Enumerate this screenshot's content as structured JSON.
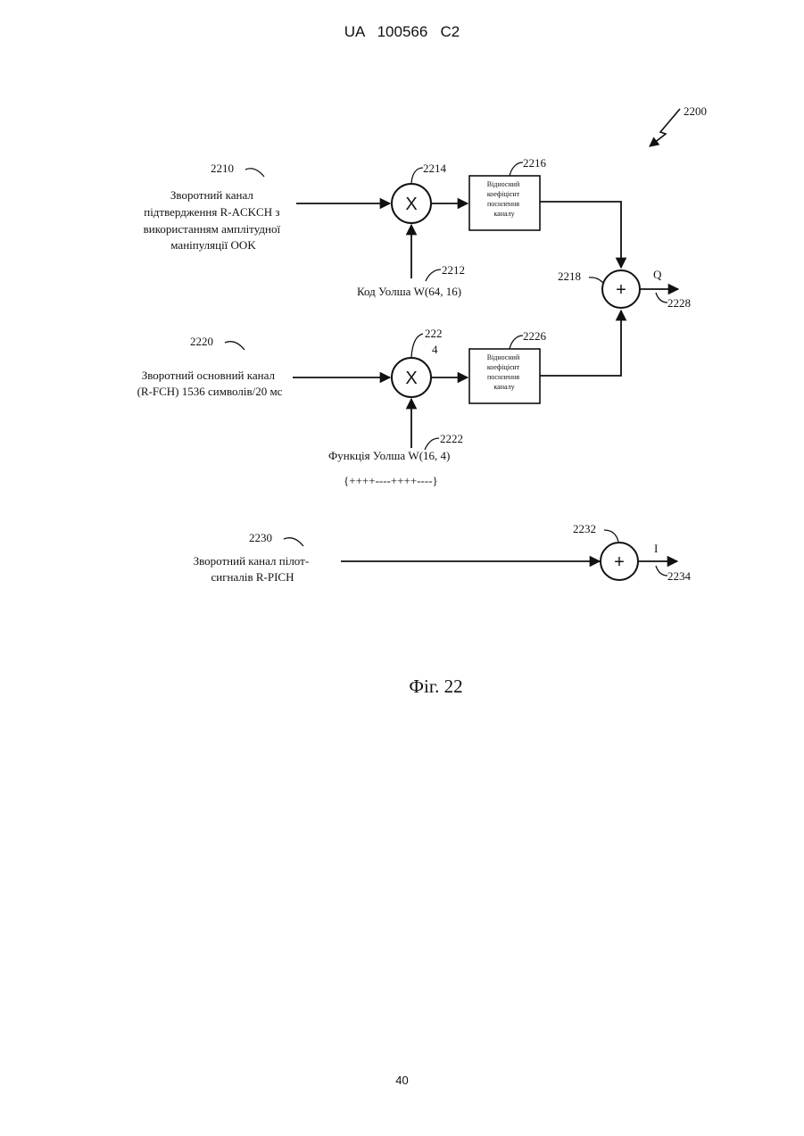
{
  "header": {
    "text": "UA   100566   C2"
  },
  "page_number": "40",
  "figure_caption": "Фіг. 22",
  "diagram": {
    "ref_2200": "2200",
    "ack_channel": {
      "ref": "2210",
      "label_lines": [
        "Зворотний канал",
        "підтвердження R-ACKCH з",
        "використанням амплітудної",
        "маніпуляції OOK"
      ],
      "mixer_ref": "2214",
      "mixer_symbol": "X",
      "code_ref": "2212",
      "code_label": "Код Уолша W(64, 16)",
      "gain_ref": "2216",
      "gain_lines": [
        "Відносний",
        "коефіцієнт",
        "посилення",
        "каналу"
      ]
    },
    "summer_q": {
      "ref": "2218",
      "symbol": "+",
      "output_label": "Q",
      "output_ref": "2228"
    },
    "fch_channel": {
      "ref": "2220",
      "label_lines": [
        "Зворотний основний канал",
        "(R-FCH) 1536 символів/20 мс"
      ],
      "mixer_ref_line1": "222",
      "mixer_ref_line2": "4",
      "mixer_symbol": "X",
      "func_ref": "2222",
      "func_label": "Функція Уолша W(16, 4)",
      "func_sequence": "{++++----++++----}",
      "gain_ref": "2226",
      "gain_lines": [
        "Відносний",
        "коефіцієнт",
        "посилення",
        "каналу"
      ]
    },
    "pilot_channel": {
      "ref": "2230",
      "label_lines": [
        "Зворотний канал пілот-",
        "сигналів R-PICH"
      ],
      "summer_ref": "2232",
      "summer_symbol": "+",
      "output_label": "I",
      "output_ref": "2234"
    }
  }
}
